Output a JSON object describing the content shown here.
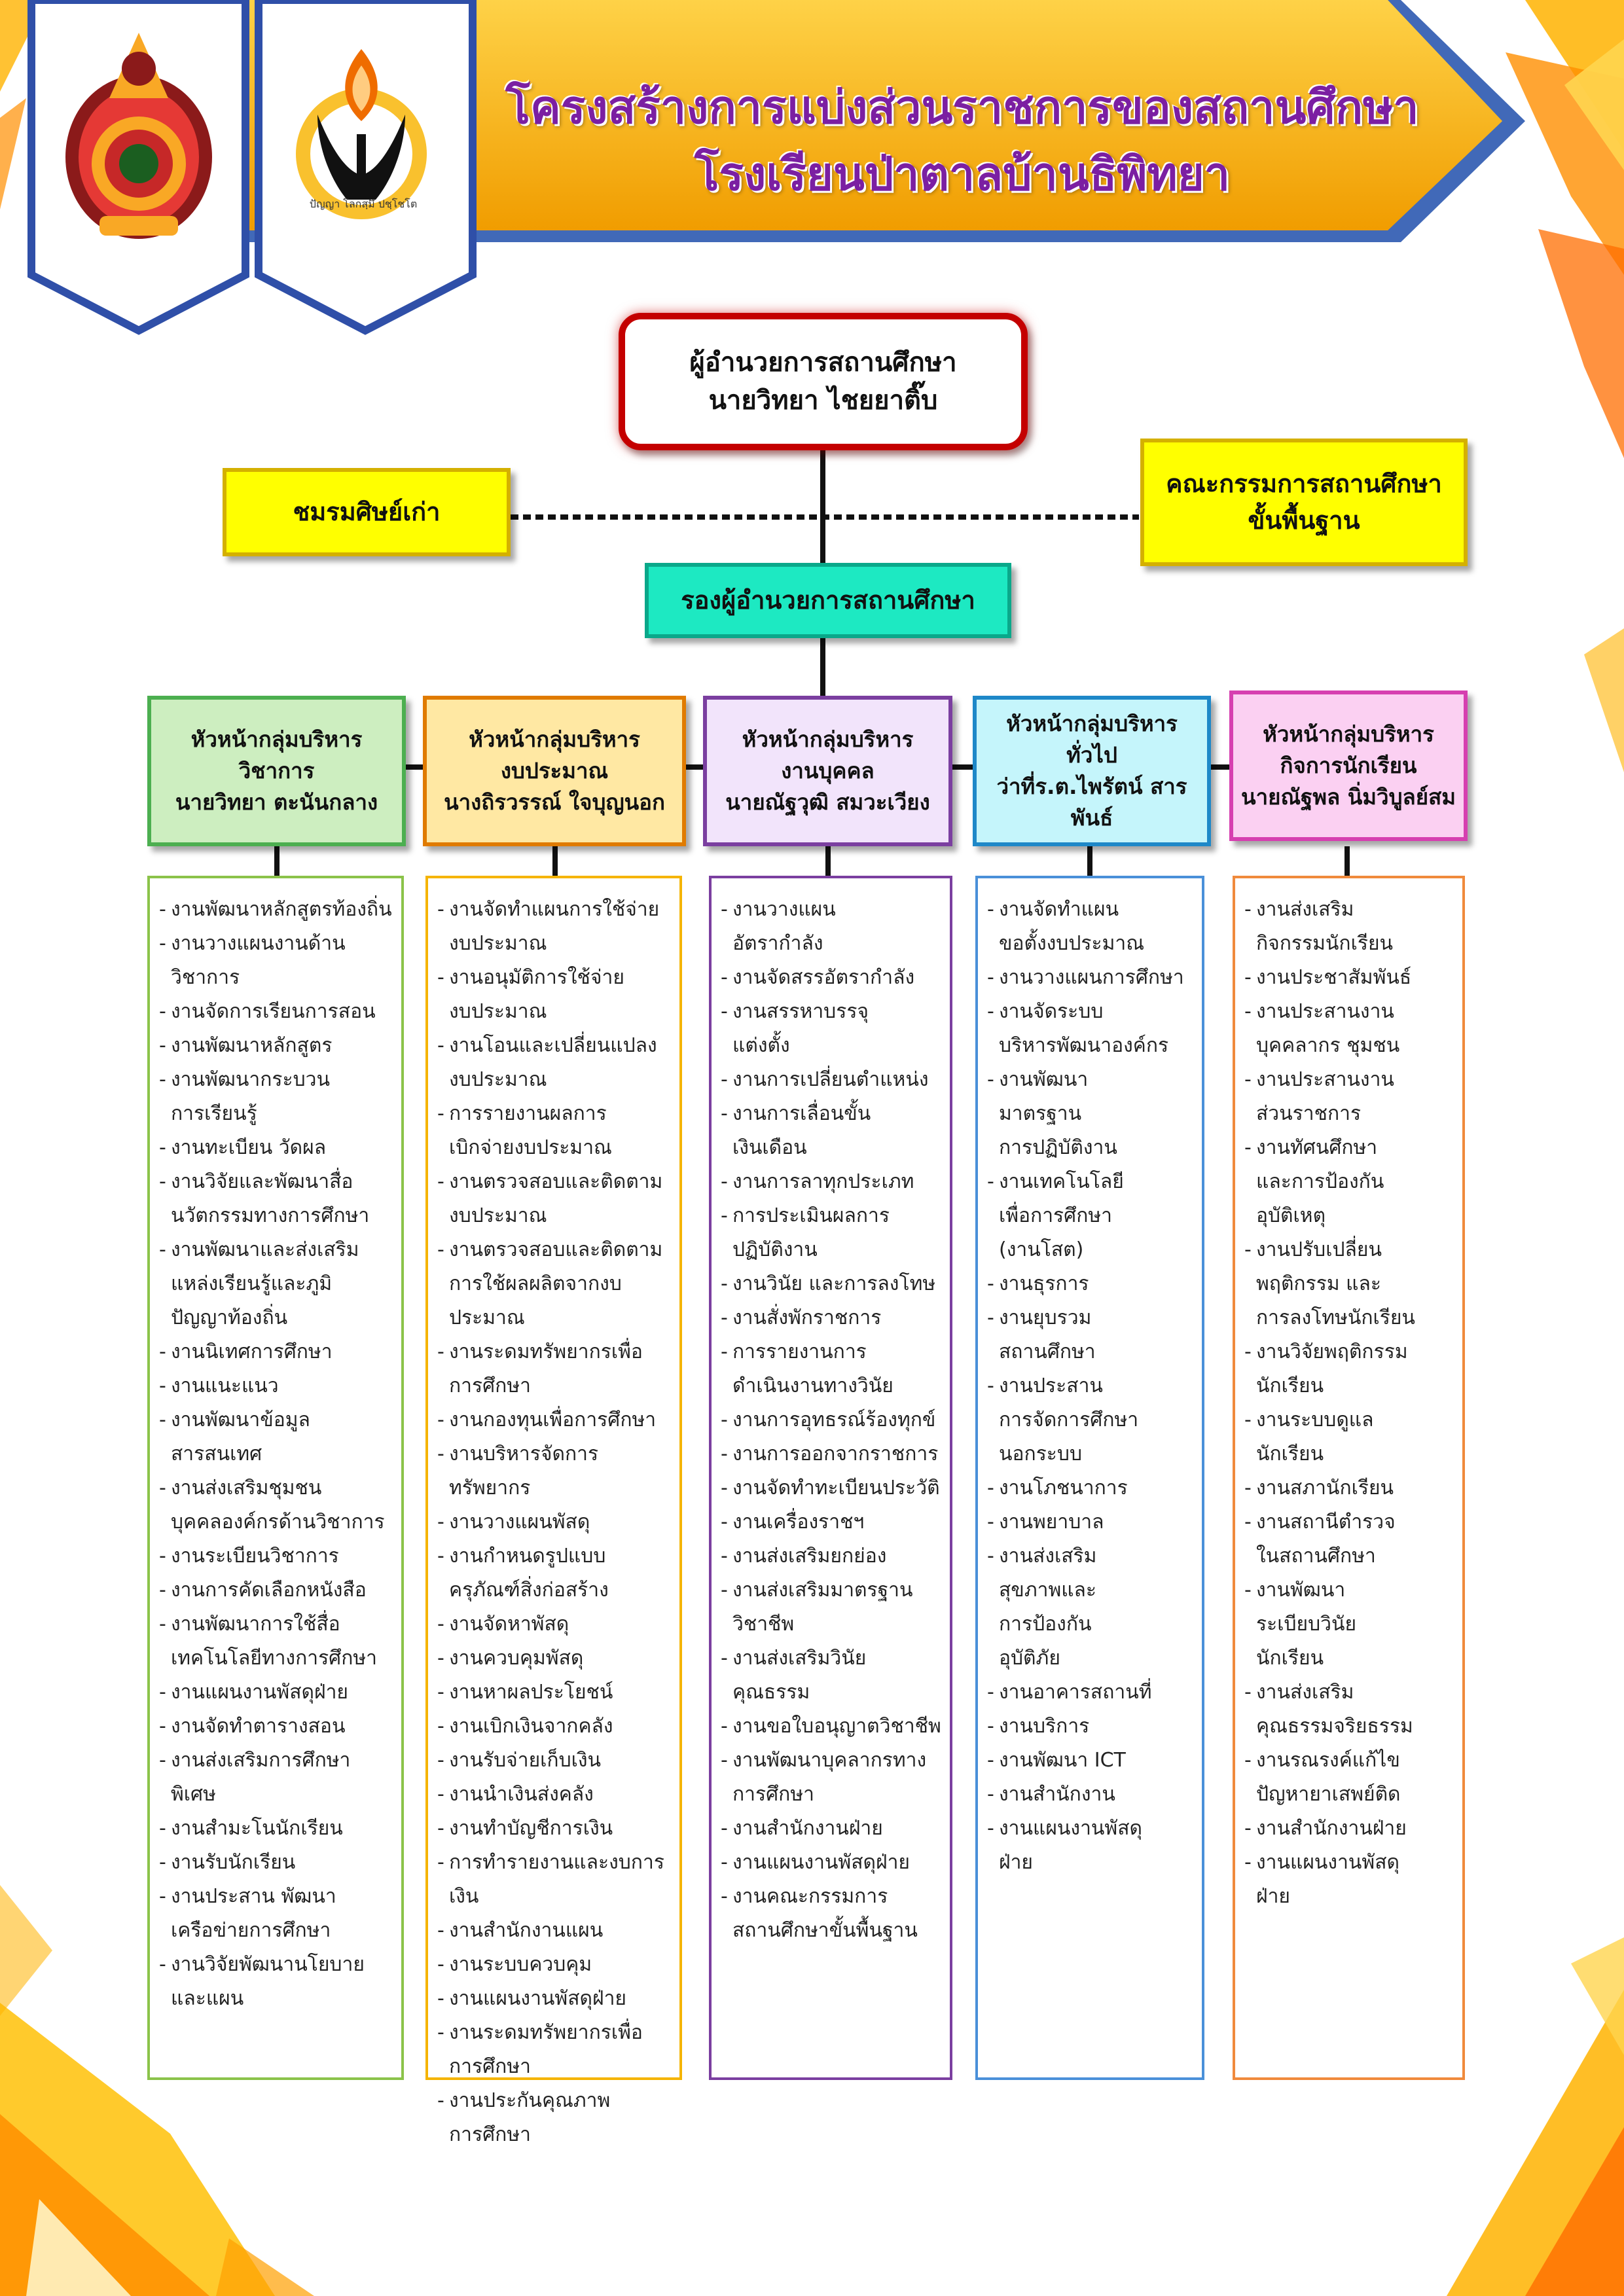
{
  "header": {
    "title_line1": "โครงสร้างการแบ่งส่วนราชการของสถานศึกษา",
    "title_line2": "โรงเรียนป่าตาลบ้านธิพิทยา"
  },
  "logos": {
    "obec_icon": "obec-emblem",
    "school_icon": "school-emblem",
    "school_motto": "ปัญญา โลกสฺมึ ปชฺโชโต"
  },
  "director": {
    "role": "ผู้อำนวยการสถานศึกษา",
    "name": "นายวิทยา ไชยยาติ๊บ"
  },
  "alumni": {
    "label": "ชมรมศิษย์เก่า"
  },
  "committee": {
    "line1": "คณะกรรมการสถานศึกษา",
    "line2": "ขั้นพื้นฐาน"
  },
  "deputy": {
    "label": "รองผู้อำนวยการสถานศึกษา"
  },
  "colors": {
    "academic": "#8bc34a",
    "budget": "#f5b400",
    "personnel": "#7b3fa0",
    "general": "#4a90d9",
    "student": "#f08a3c",
    "director_border": "#c40000",
    "title": "#7b1fa2"
  },
  "groups": [
    {
      "head": [
        "หัวหน้ากลุ่มบริหาร",
        "วิชาการ",
        "นายวิทยา ตะนันกลาง"
      ],
      "items": [
        [
          "งานพัฒนาหลักสูตรท้องถิ่น"
        ],
        [
          "งานวางแผนงานด้าน",
          "วิชาการ"
        ],
        [
          "งานจัดการเรียนการสอน"
        ],
        [
          "งานพัฒนาหลักสูตร"
        ],
        [
          "งานพัฒนากระบวน",
          "การเรียนรู้"
        ],
        [
          "งานทะเบียน วัดผล"
        ],
        [
          "งานวิจัยและพัฒนาสื่อ",
          "นวัตกรรมทางการศึกษา"
        ],
        [
          "งานพัฒนาและส่งเสริม",
          "แหล่งเรียนรู้และภูมิ",
          "ปัญญาท้องถิ่น"
        ],
        [
          "งานนิเทศการศึกษา"
        ],
        [
          "งานแนะแนว"
        ],
        [
          "งานพัฒนาข้อมูลสารสนเทศ"
        ],
        [
          "งานส่งเสริมชุมชน",
          "บุคคลองค์กรด้านวิชาการ"
        ],
        [
          "งานระเบียนวิชาการ"
        ],
        [
          "งานการคัดเลือกหนังสือ"
        ],
        [
          "งานพัฒนาการใช้สื่อ",
          "เทคโนโลยีทางการศึกษา"
        ],
        [
          "งานแผนงานพัสดุฝ่าย"
        ],
        [
          "งานจัดทำตารางสอน"
        ],
        [
          "งานส่งเสริมการศึกษาพิเศษ"
        ],
        [
          "งานสำมะโนนักเรียน"
        ],
        [
          "งานรับนักเรียน"
        ],
        [
          "งานประสาน พัฒนา",
          "เครือข่ายการศึกษา"
        ],
        [
          "งานวิจัยพัฒนานโยบาย",
          "และแผน"
        ]
      ]
    },
    {
      "head": [
        "หัวหน้ากลุ่มบริหาร",
        "งบประมาณ",
        "นางถิรวรรณ์ ใจบุญนอก"
      ],
      "items": [
        [
          "งานจัดทำแผนการใช้จ่าย",
          "งบประมาณ"
        ],
        [
          "งานอนุมัติการใช้จ่าย",
          "งบประมาณ"
        ],
        [
          "งานโอนและเปลี่ยนแปลง",
          "งบประมาณ"
        ],
        [
          "การรายงานผลการ",
          "เบิกจ่ายงบประมาณ"
        ],
        [
          "งานตรวจสอบและติดตาม",
          "งบประมาณ"
        ],
        [
          "งานตรวจสอบและติดตาม",
          "การใช้ผลผลิตจากงบประมาณ"
        ],
        [
          "งานระดมทรัพยากรเพื่อ",
          "การศึกษา"
        ],
        [
          "งานกองทุนเพื่อการศึกษา"
        ],
        [
          "งานบริหารจัดการทรัพยากร"
        ],
        [
          "งานวางแผนพัสดุ"
        ],
        [
          "งานกำหนดรูปแบบ",
          "ครุภัณฑ์สิ่งก่อสร้าง"
        ],
        [
          "งานจัดหาพัสดุ"
        ],
        [
          "งานควบคุมพัสดุ"
        ],
        [
          "งานหาผลประโยชน์"
        ],
        [
          "งานเบิกเงินจากคลัง"
        ],
        [
          "งานรับจ่ายเก็บเงิน"
        ],
        [
          "งานนำเงินส่งคลัง"
        ],
        [
          "งานทำบัญชีการเงิน"
        ],
        [
          "การทำรายงานและงบการเงิน"
        ],
        [
          "งานสำนักงานแผน"
        ],
        [
          "งานระบบควบคุม"
        ],
        [
          "งานแผนงานพัสดุฝ่าย"
        ],
        [
          "งานระดมทรัพยากรเพื่อ",
          "การศึกษา"
        ],
        [
          "งานประกันคุณภาพ",
          "การศึกษา"
        ]
      ]
    },
    {
      "head": [
        "หัวหน้ากลุ่มบริหาร",
        "งานบุคคล",
        "นายณัฐวุฒิ สมวะเวียง"
      ],
      "items": [
        [
          "งานวางแผน",
          "อัตรากำลัง"
        ],
        [
          "งานจัดสรรอัตรากำลัง"
        ],
        [
          "งานสรรหาบรรจุ",
          "แต่งตั้ง"
        ],
        [
          "งานการเปลี่ยนตำแหน่ง"
        ],
        [
          "งานการเลื่อนขั้น",
          "เงินเดือน"
        ],
        [
          "งานการลาทุกประเภท"
        ],
        [
          "การประเมินผลการ",
          "ปฏิบัติงาน"
        ],
        [
          "งานวินัย และการลงโทษ"
        ],
        [
          "งานสั่งพักราชการ"
        ],
        [
          "การรายงานการ",
          "ดำเนินงานทางวินัย"
        ],
        [
          "งานการอุทธรณ์ร้องทุกข์"
        ],
        [
          "งานการออกจากราชการ"
        ],
        [
          "งานจัดทำทะเบียนประวัติ"
        ],
        [
          "งานเครื่องราชฯ"
        ],
        [
          "งานส่งเสริมยกย่อง"
        ],
        [
          "งานส่งเสริมมาตรฐาน",
          "วิชาชีพ"
        ],
        [
          "งานส่งเสริมวินัยคุณธรรม"
        ],
        [
          "งานขอใบอนุญาตวิชาชีพ"
        ],
        [
          "งานพัฒนาบุคลากรทาง",
          "การศึกษา"
        ],
        [
          "งานสำนักงานฝ่าย"
        ],
        [
          "งานแผนงานพัสดุฝ่าย"
        ],
        [
          "งานคณะกรรมการ",
          "สถานศึกษาขั้นพื้นฐาน"
        ]
      ]
    },
    {
      "head": [
        "หัวหน้ากลุ่มบริหาร",
        "ทั่วไป",
        "ว่าที่ร.ต.ไพรัตน์ สารพันธ์"
      ],
      "items": [
        [
          "งานจัดทำแผน",
          "ขอตั้งงบประมาณ"
        ],
        [
          "งานวางแผนการศึกษา"
        ],
        [
          "งานจัดระบบ",
          "บริหารพัฒนาองค์กร"
        ],
        [
          "งานพัฒนา",
          " มาตรฐาน",
          "การปฏิบัติงาน"
        ],
        [
          "งานเทคโนโลยี",
          "เพื่อการศึกษา",
          "(งานโสต)"
        ],
        [
          "งานธุรการ"
        ],
        [
          "งานยุบรวม",
          "สถานศึกษา"
        ],
        [
          "งานประสาน",
          "การจัดการศึกษา",
          "นอกระบบ"
        ],
        [
          "งานโภชนาการ"
        ],
        [
          "งานพยาบาล"
        ],
        [
          "งานส่งเสริม",
          "สุขภาพและ",
          "การป้องกัน",
          "อุบัติภัย"
        ],
        [
          "งานอาคารสถานที่"
        ],
        [
          "งานบริการ"
        ],
        [
          "งานพัฒนา ICT"
        ],
        [
          "งานสำนักงาน"
        ],
        [
          "งานแผนงานพัสดุ",
          "ฝ่าย"
        ]
      ]
    },
    {
      "head": [
        "หัวหน้ากลุ่มบริหาร",
        "กิจการนักเรียน",
        "นายณัฐพล นิ่มวิบูลย์สม"
      ],
      "items": [
        [
          "งานส่งเสริม",
          "กิจกรรมนักเรียน"
        ],
        [
          "งานประชาสัมพันธ์"
        ],
        [
          "งานประสานงาน",
          "บุคคลากร ชุมชน"
        ],
        [
          "งานประสานงาน",
          "ส่วนราชการ"
        ],
        [
          "งานทัศนศึกษา",
          "และการป้องกัน",
          "อุบัติเหตุ"
        ],
        [
          "งานปรับเปลี่ยน",
          "พฤติกรรม และ",
          "การลงโทษนักเรียน"
        ],
        [
          "งานวิจัยพฤติกรรม",
          "นักเรียน"
        ],
        [
          "งานระบบดูแล",
          "นักเรียน"
        ],
        [
          "งานสภานักเรียน"
        ],
        [
          "งานสถานีตำรวจ",
          "ในสถานศึกษา"
        ],
        [
          "งานพัฒนา",
          "ระเบียบวินัย",
          "นักเรียน"
        ],
        [
          "งานส่งเสริม",
          "คุณธรรมจริยธรรม"
        ],
        [
          "งานรณรงค์แก้ไข",
          "ปัญหายาเสพย์ติด"
        ],
        [
          "งานสำนักงานฝ่าย"
        ],
        [
          "งานแผนงานพัสดุ",
          "ฝ่าย"
        ]
      ]
    }
  ]
}
